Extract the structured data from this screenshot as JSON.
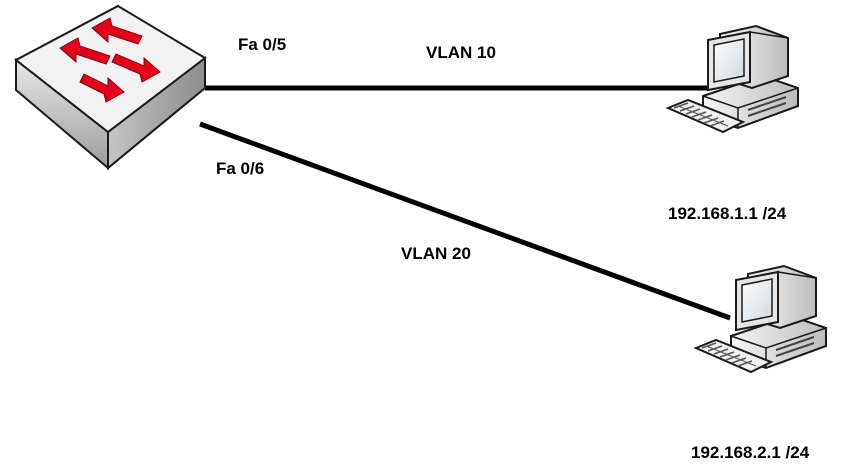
{
  "diagram": {
    "nodes": {
      "switch": {
        "icon": "network-switch-icon"
      },
      "pc1": {
        "icon": "desktop-computer-icon",
        "ip": "192.168.1.1 /24"
      },
      "pc2": {
        "icon": "desktop-computer-icon",
        "ip": "192.168.2.1 /24"
      }
    },
    "links": [
      {
        "from": "switch",
        "to": "pc1",
        "port": "Fa 0/5",
        "vlan": "VLAN 10"
      },
      {
        "from": "switch",
        "to": "pc2",
        "port": "Fa 0/6",
        "vlan": "VLAN 20"
      }
    ]
  },
  "colors": {
    "arrow_red": "#e3001b",
    "switch_gray": "#d6d6d6",
    "link": "#000000"
  }
}
